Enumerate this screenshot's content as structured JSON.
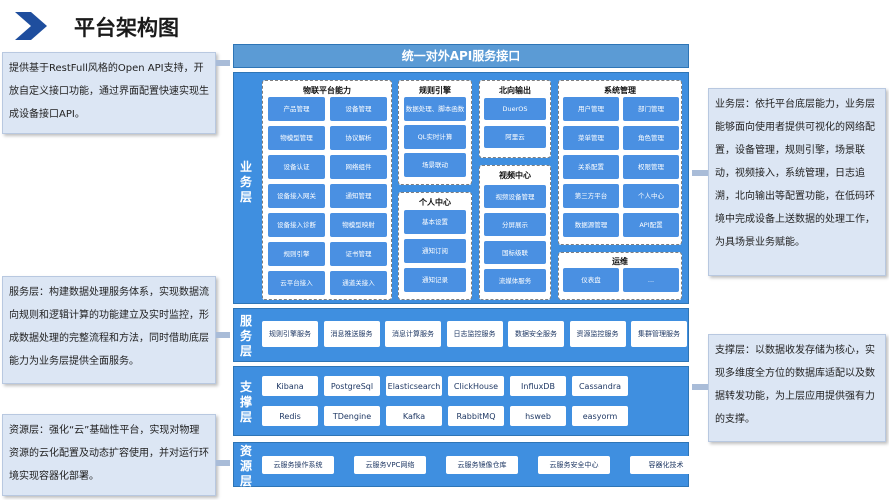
{
  "title": "平台架构图",
  "api": "统一对外API服务接口",
  "layers": {
    "biz": "业务层",
    "svc": "服务层",
    "sup": "支撑层",
    "res": "资源层"
  },
  "groups": {
    "iot": {
      "title": "物联平台能力",
      "items": [
        "产品管理",
        "设备管理",
        "物模型管理",
        "协议解析",
        "设备认证",
        "网络组件",
        "设备接入网关",
        "通知管理",
        "设备接入诊断",
        "物模型映射",
        "规则引擎",
        "证书管理",
        "云平台接入",
        "通道关接入"
      ]
    },
    "rule": {
      "title": "规则引擎",
      "items": [
        "数据处理、脚本函数",
        "QL实时计算",
        "场景联动"
      ]
    },
    "personal": {
      "title": "个人中心",
      "items": [
        "基本设置",
        "通知订阅",
        "通知记录"
      ]
    },
    "north": {
      "title": "北向输出",
      "items": [
        "DuerOS",
        "阿里云"
      ]
    },
    "video": {
      "title": "视频中心",
      "items": [
        "视频设备管理",
        "分屏展示",
        "国标级联",
        "流媒体服务"
      ]
    },
    "sys": {
      "title": "系统管理",
      "items": [
        "用户管理",
        "部门管理",
        "菜单管理",
        "角色管理",
        "关系配置",
        "权限管理",
        "第三方平台",
        "个人中心",
        "数据源管理",
        "API配置"
      ]
    },
    "ops": {
      "title": "运维",
      "items": [
        "仪表盘",
        "..."
      ]
    }
  },
  "services": [
    "规则引擎服务",
    "消息推送服务",
    "消息计算服务",
    "日志监控服务",
    "数据安全服务",
    "资源监控服务",
    "集群管理服务"
  ],
  "support": [
    "Kibana",
    "PostgreSql",
    "Elasticsearch",
    "ClickHouse",
    "InfluxDB",
    "Cassandra",
    "Redis",
    "TDengine",
    "Kafka",
    "RabbitMQ",
    "hsweb",
    "easyorm"
  ],
  "resources": [
    "云服务操作系统",
    "云服务VPC网络",
    "云服务镜像仓库",
    "云服务安全中心",
    "容器化技术"
  ],
  "notes": {
    "api": "提供基于RestFull风格的Open  API支持，开放自定义接口功能，通过界面配置快速实现生成设备接口API。",
    "svc": "服务层：构建数据处理服务体系，实现数据流向规则和逻辑计算的功能建立及实时监控，形成数据处理的完整流程和方法，同时借助底层能力为业务层提供全面服务。",
    "res": "资源层：强化“云”基础性平台，实现对物理资源的云化配置及动态扩容使用，并对运行环境实现容器化部署。",
    "biz": "业务层：依托平台底层能力，业务层能够面向使用者提供可视化的网络配置，设备管理，规则引擎，场景联动，视频接入，系统管理，日志追溯，北向输出等配置功能，在低码环境中完成设备上送数据的处理工作，为具场景业务赋能。",
    "sup": "支撑层：以数据收发存储为核心，实现多维度全方位的数据库适配以及数据转发功能，为上层应用提供强有力的支撑。"
  },
  "colors": {
    "layer": "#3f8fe0",
    "chip": "#4a90e2",
    "note": "#dce6f4"
  }
}
